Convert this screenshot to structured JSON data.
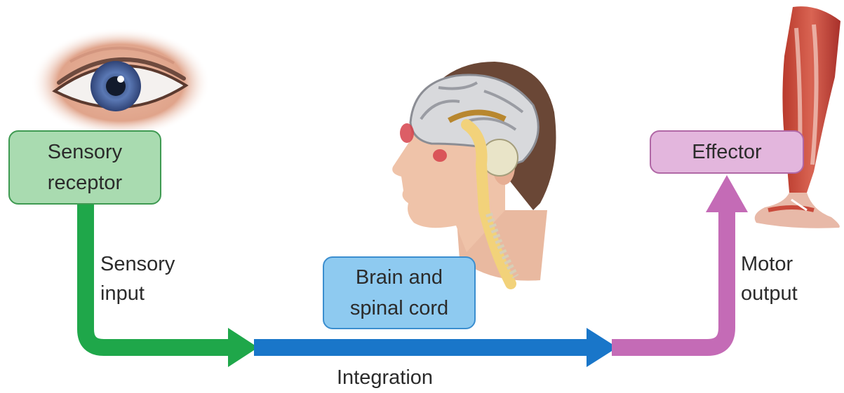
{
  "boxes": {
    "sensory_receptor": "Sensory\nreceptor",
    "brain_spinal_cord": "Brain and\nspinal cord",
    "effector": "Effector"
  },
  "labels": {
    "sensory_input": "Sensory\ninput",
    "integration": "Integration",
    "motor_output": "Motor\noutput"
  },
  "colors": {
    "sensory": "#1fa74a",
    "integration": "#1976c9",
    "motor": "#c46bb6",
    "receptor_box_fill": "#a9dbb0",
    "brain_box_fill": "#8ecaf0",
    "effector_box_fill": "#e3b6dd"
  },
  "illustrations": [
    "eye-illustration",
    "head-brain-illustration",
    "leg-muscle-illustration"
  ]
}
